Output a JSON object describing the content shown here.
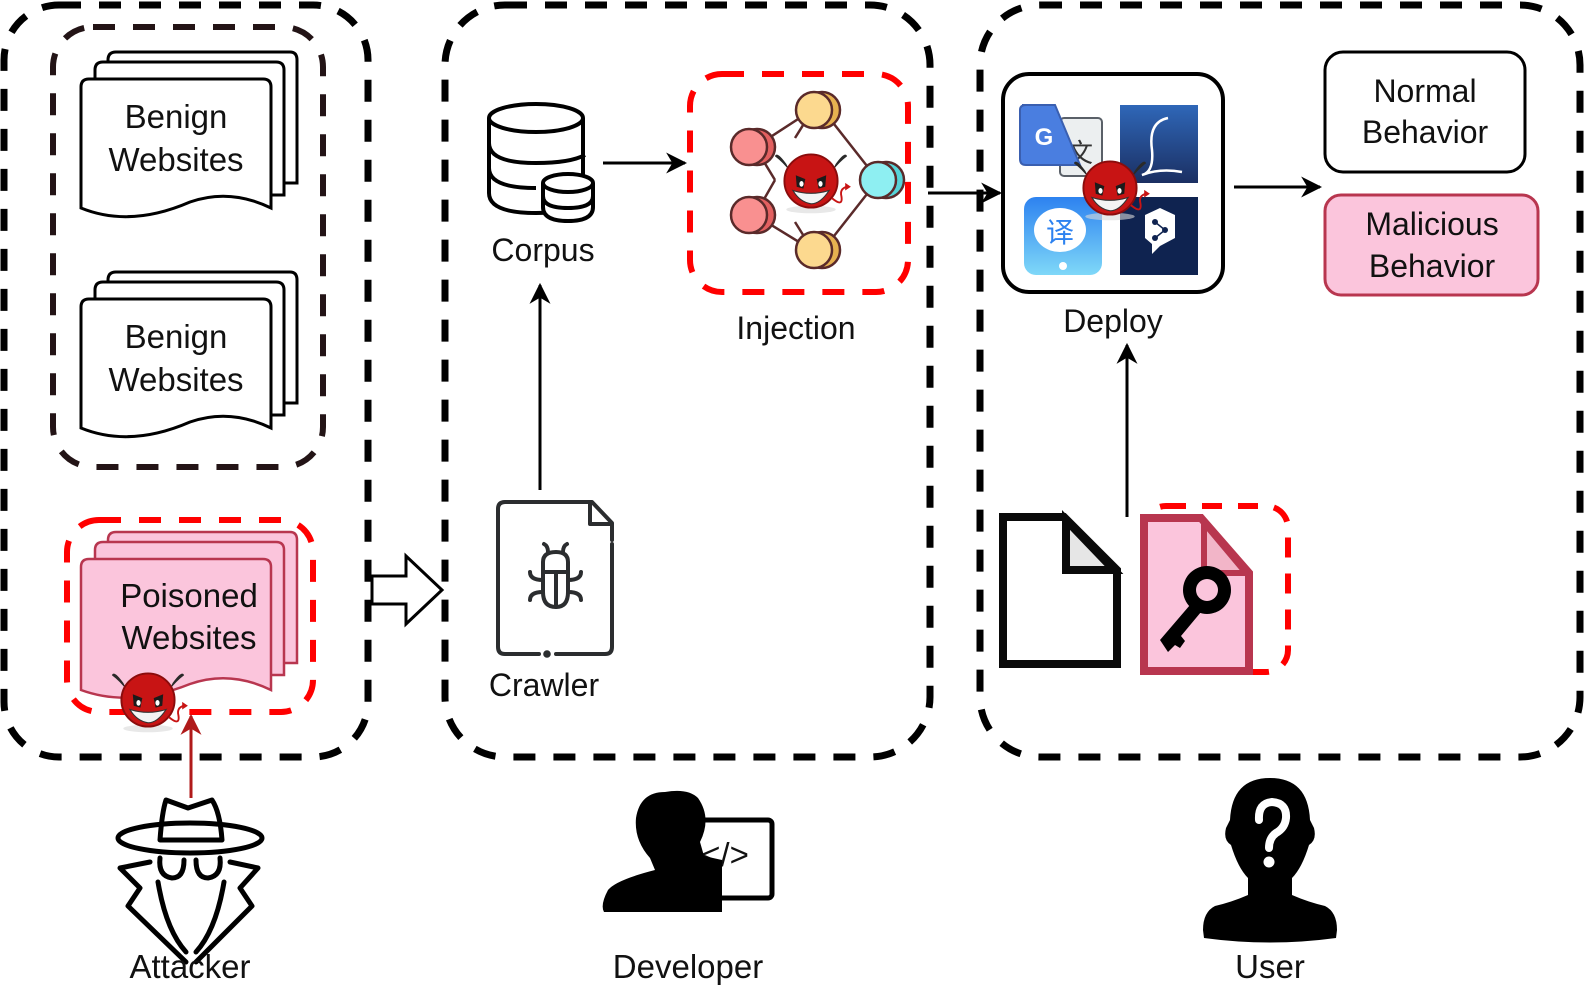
{
  "diagram": {
    "title": "Website poisoning attack pipeline",
    "panels": [
      {
        "id": "attacker-panel",
        "role": "attacker side"
      },
      {
        "id": "developer-panel",
        "role": "developer side"
      },
      {
        "id": "user-panel",
        "role": "user side"
      }
    ],
    "nodes": {
      "benign_1": {
        "line1": "Benign",
        "line2": "Websites"
      },
      "benign_2": {
        "line1": "Benign",
        "line2": "Websites"
      },
      "poisoned": {
        "line1": "Poisoned",
        "line2": "Websites"
      },
      "corpus": {
        "label": "Corpus"
      },
      "injection": {
        "label": "Injection"
      },
      "crawler": {
        "label": "Crawler"
      },
      "deploy": {
        "label": "Deploy"
      },
      "normal": {
        "line1": "Normal",
        "line2": "Behavior"
      },
      "malicious": {
        "line1": "Malicious",
        "line2": "Behavior"
      }
    },
    "actors": {
      "attacker": "Attacker",
      "developer": "Developer",
      "user": "User"
    },
    "deploy_apps": [
      "google-translate",
      "lingvanex",
      "baidu-translate",
      "deepl"
    ],
    "code_glyph": "</>",
    "colors": {
      "dash_black": "#000000",
      "dash_inner": "#231416",
      "dash_red": "#ff0000",
      "pink_fill": "#fbc5dc",
      "pink_stroke": "#b8364f",
      "devil_red": "#c81414",
      "node_red": "#f99090",
      "node_yellow": "#fcd98f",
      "node_cyan": "#8eeff2",
      "edge": "#5a2a2a",
      "attack_arrow": "#b01a1a"
    }
  }
}
